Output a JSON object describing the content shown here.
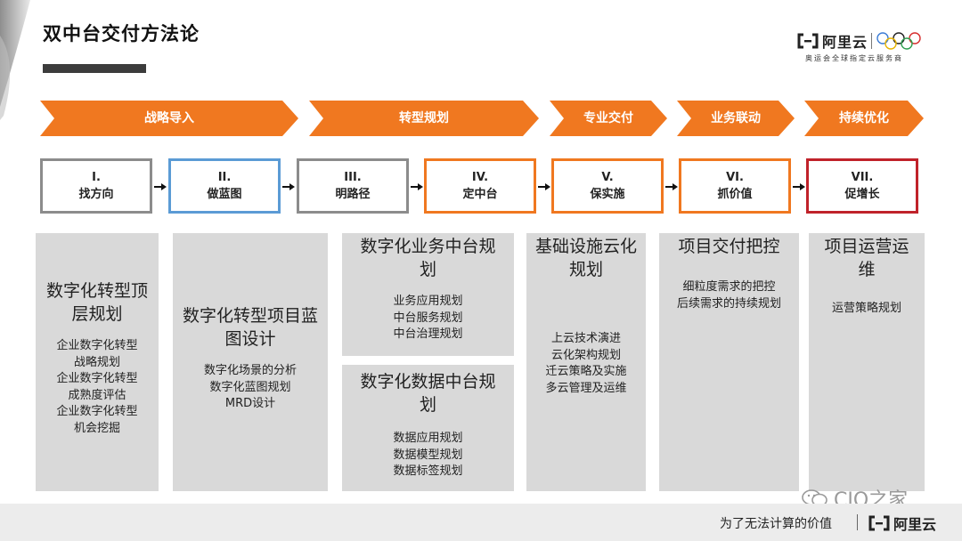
{
  "header": {
    "title": "双中台交付方法论",
    "logo_brand": "阿里云",
    "logo_sub": "奥运会全球指定云服务商"
  },
  "phases": [
    {
      "label": "战略导入"
    },
    {
      "label": "转型规划"
    },
    {
      "label": "专业交付"
    },
    {
      "label": "业务联动"
    },
    {
      "label": "持续优化"
    }
  ],
  "steps": [
    {
      "num": "I.",
      "name": "找方向",
      "color": "#8c8c8c"
    },
    {
      "num": "II.",
      "name": "做蓝图",
      "color": "#5b9bd5"
    },
    {
      "num": "III.",
      "name": "明路径",
      "color": "#8c8c8c"
    },
    {
      "num": "IV.",
      "name": "定中台",
      "color": "#f07820"
    },
    {
      "num": "V.",
      "name": "保实施",
      "color": "#f07820"
    },
    {
      "num": "VI.",
      "name": "抓价值",
      "color": "#f07820"
    },
    {
      "num": "VII.",
      "name": "促增长",
      "color": "#c0222a"
    }
  ],
  "columns": {
    "col1": {
      "head": "数字化转型顶层规划",
      "items": [
        "企业数字化转型",
        "战略规划",
        "企业数字化转型",
        "成熟度评估",
        "企业数字化转型",
        "机会挖掘"
      ]
    },
    "col2": {
      "head": "数字化转型项目蓝图设计",
      "items": [
        "数字化场景的分析",
        "数字化蓝图规划",
        "MRD设计"
      ]
    },
    "col3a": {
      "head": "数字化业务中台规划",
      "items": [
        "业务应用规划",
        "中台服务规划",
        "中台治理规划"
      ]
    },
    "col3b": {
      "head": "数字化数据中台规划",
      "items": [
        "数据应用规划",
        "数据模型规划",
        "数据标签规划"
      ]
    },
    "col4": {
      "head": "基础设施云化规划",
      "items": [
        "上云技术演进",
        "云化架构规划",
        "迁云策略及实施",
        "多云管理及运维"
      ]
    },
    "col5": {
      "head": "项目交付把控",
      "items": [
        "细粒度需求的把控",
        "后续需求的持续规划"
      ]
    },
    "col6": {
      "head": "项目运营运维",
      "items": [
        "运营策略规划"
      ]
    }
  },
  "footer": {
    "slogan": "为了无法计算的价值",
    "brand": "阿里云",
    "watermark": "CIO之家"
  },
  "colors": {
    "accent": "#f07820",
    "panel": "#d9d9d9",
    "red": "#c0222a",
    "blue": "#5b9bd5"
  }
}
